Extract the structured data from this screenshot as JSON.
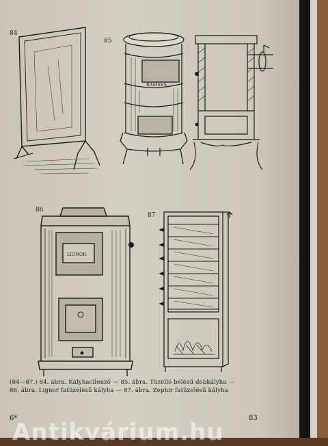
{
  "figures": {
    "fig84": "84",
    "fig85": "85",
    "fig86": "86",
    "fig87": "87"
  },
  "engravings": {
    "ramses_label": "RAMSES",
    "lignor_label": "LIGNOR"
  },
  "caption": {
    "line1": "(84—87.) 84. ábra. Kályhacllenző — 85. ábra. Tüzelló bélésű dobkályha —",
    "line2": "86. ábra. Lignor fatüzelésű kályha — 87. ábra. Zephir fatüzelésű kályha"
  },
  "page": {
    "left_signature": "6*",
    "number": "83"
  },
  "watermark": "Antikvárium.hu"
}
